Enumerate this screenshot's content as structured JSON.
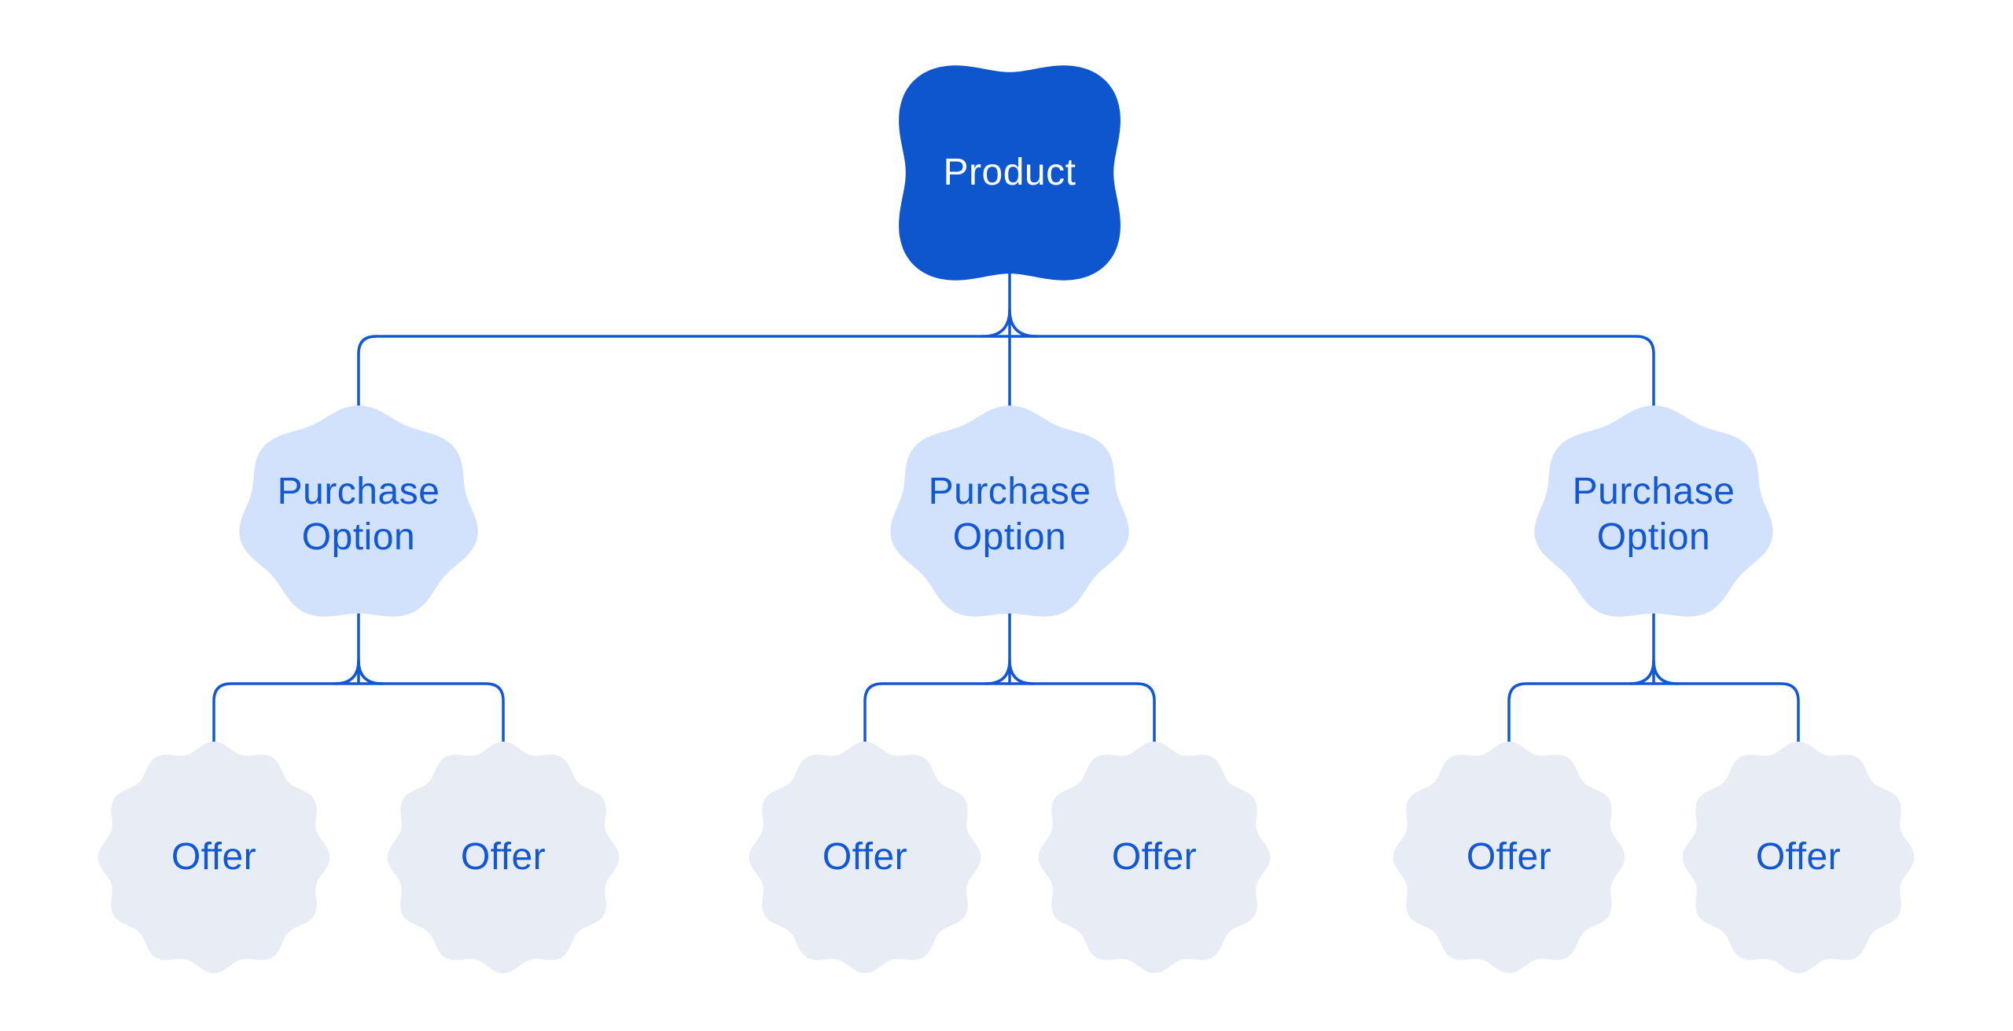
{
  "diagram": {
    "root": {
      "label": "Product"
    },
    "purchase_options": [
      {
        "label": "Purchase Option",
        "offers": [
          {
            "label": "Offer"
          },
          {
            "label": "Offer"
          }
        ]
      },
      {
        "label": "Purchase Option",
        "offers": [
          {
            "label": "Offer"
          },
          {
            "label": "Offer"
          }
        ]
      },
      {
        "label": "Purchase Option",
        "offers": [
          {
            "label": "Offer"
          },
          {
            "label": "Offer"
          }
        ]
      }
    ]
  },
  "colors": {
    "background": "#FFFFFF",
    "product_fill": "#0D56CD",
    "product_text": "#FFFFFF",
    "purchase_option_fill": "#D2E1FC",
    "offer_fill": "#E8ECF5",
    "label_text": "#1158D2",
    "connector": "#1158D2"
  }
}
